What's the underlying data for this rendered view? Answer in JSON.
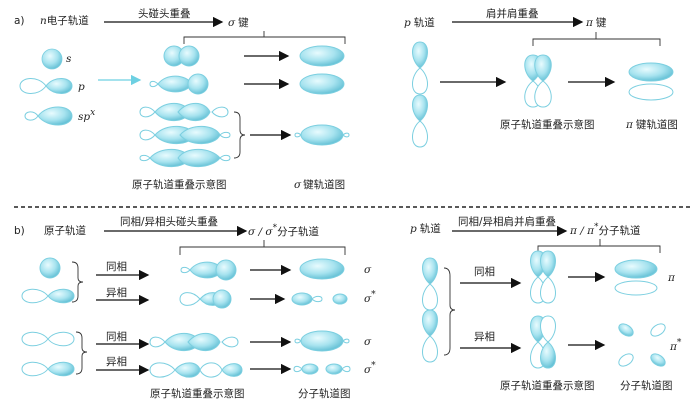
{
  "colors": {
    "lobe_light": "#c9f0f7",
    "lobe_mid": "#8fd6e6",
    "lobe_dark": "#5fbfd4",
    "outline": "#7ccfe0",
    "arrow_cyan": "#6dd0e2"
  },
  "part_a": {
    "tag": "a)",
    "left": {
      "n_symbol": "n",
      "header": "电子轨道",
      "arrow_label": "头碰头重叠",
      "result_symbol": "σ",
      "result_word": "键",
      "s_label": "s",
      "p_label": "p",
      "sp_label": "sp",
      "sp_sup": "x",
      "overlap_caption": "原子轨道重叠示意图",
      "result_symbol_bottom": "σ",
      "result_caption": "键轨道图"
    },
    "right": {
      "p_symbol": "p",
      "header": "轨道",
      "arrow_label": "肩并肩重叠",
      "result_symbol": "π",
      "result_word": "键",
      "overlap_caption": "原子轨道重叠示意图",
      "result_symbol_bottom": "π",
      "result_caption": "键轨道图"
    }
  },
  "part_b": {
    "tag": "b)",
    "left": {
      "header": "原子轨道",
      "arrow_label": "同相/异相头碰头重叠",
      "result_symbol": "σ / σ",
      "result_star": "*",
      "result_word": "分子轨道",
      "in_phase": "同相",
      "out_phase": "异相",
      "sigma": "σ",
      "sigma_star": "σ",
      "star": "*",
      "overlap_caption": "原子轨道重叠示意图",
      "mo_caption": "分子轨道图"
    },
    "right": {
      "p_symbol": "p",
      "header": "轨道",
      "arrow_label": "同相/异相肩并肩重叠",
      "result_symbol": "π / π",
      "result_star": "*",
      "result_word": "分子轨道",
      "in_phase": "同相",
      "out_phase": "异相",
      "pi": "π",
      "pi_star": "π",
      "star": "*",
      "overlap_caption": "原子轨道重叠示意图",
      "mo_caption": "分子轨道图"
    }
  }
}
